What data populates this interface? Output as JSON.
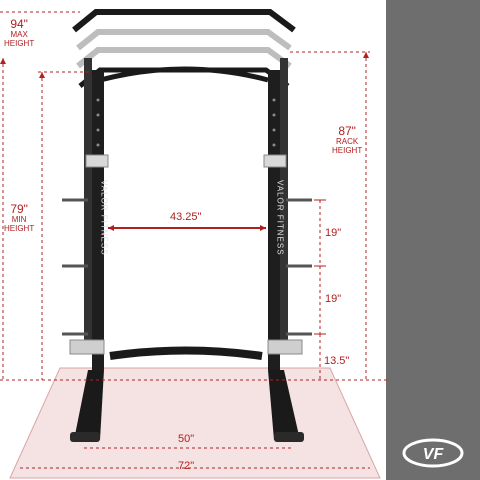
{
  "brand": {
    "logo_text": "VF",
    "upright_text": "VALOR FITNESS"
  },
  "dimensions": {
    "max_height": {
      "value": "94\"",
      "label1": "MAX",
      "label2": "HEIGHT"
    },
    "min_height": {
      "value": "79\"",
      "label1": "MIN",
      "label2": "HEIGHT"
    },
    "rack_height": {
      "value": "87\"",
      "label1": "RACK",
      "label2": "HEIGHT"
    },
    "inner_width": "43.25\"",
    "spacing_upper": "19\"",
    "spacing_lower": "19\"",
    "bottom_height": "13.5\"",
    "base_width": "50\"",
    "footprint_width": "72\""
  },
  "colors": {
    "accent": "#b02020",
    "panel": "#6e6e6e",
    "frame": "#1a1a1a",
    "floor": "#f3dede"
  }
}
